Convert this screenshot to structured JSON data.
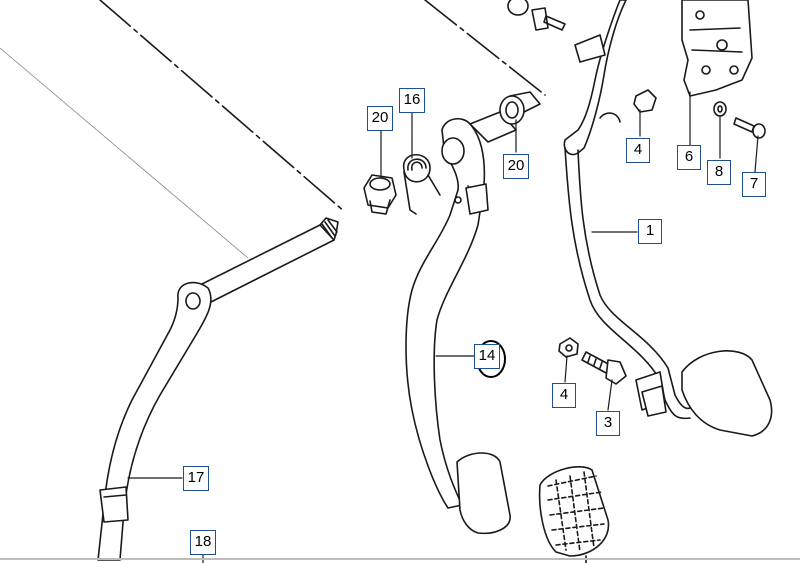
{
  "callouts": {
    "c20a": "20",
    "c16": "16",
    "c20b": "20",
    "c4a": "4",
    "c6": "6",
    "c8": "8",
    "c7": "7",
    "c1": "1",
    "c14": "14",
    "c4b": "4",
    "c3": "3",
    "c17": "17",
    "c18": "18"
  },
  "colors": {
    "line_art": "#1a1a1a",
    "callout_border": "#1f4f8f",
    "highlight_circle": "#000000"
  }
}
